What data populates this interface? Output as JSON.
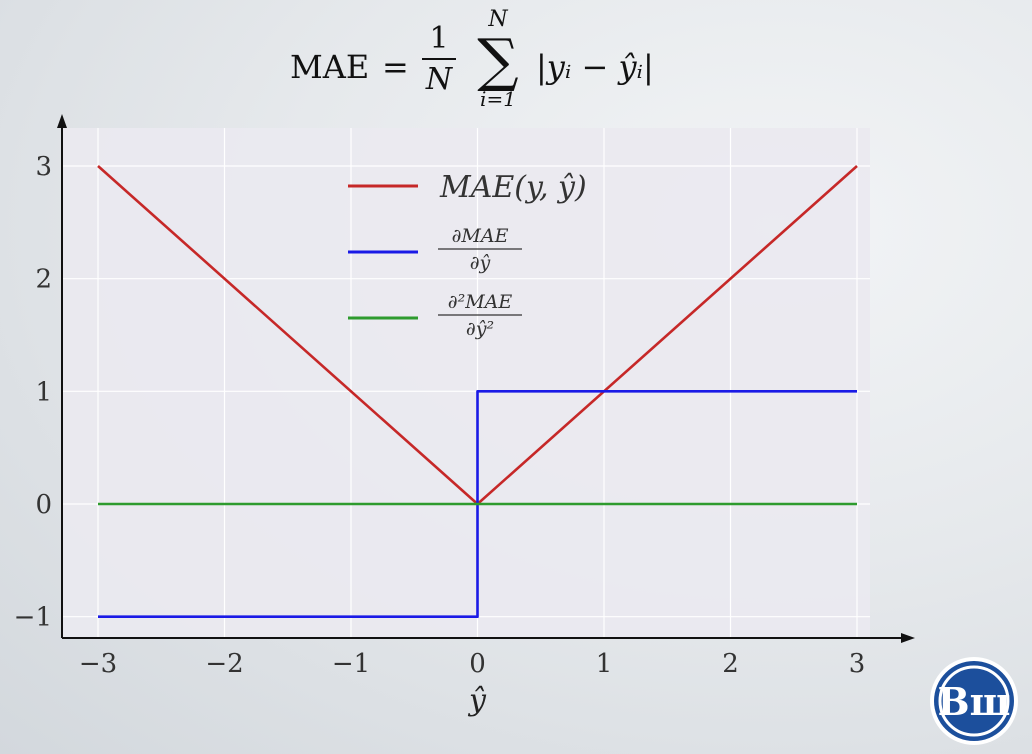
{
  "formula": {
    "lhs": "MAE",
    "eq": "=",
    "frac_num": "1",
    "frac_den": "N",
    "sum_upper": "N",
    "sum_lower": "i=1",
    "term": "|yᵢ − ŷᵢ|"
  },
  "logo": {
    "icon": "university-logo-icon",
    "text": "Вш"
  },
  "chart_data": {
    "type": "line",
    "xlabel": "ŷ",
    "ylabel": "",
    "xlim": [
      -3.2,
      3.2
    ],
    "ylim": [
      -1.15,
      3.2
    ],
    "xticks": [
      -3,
      -2,
      -1,
      0,
      1,
      2,
      3
    ],
    "xtick_labels": [
      "−3",
      "−2",
      "−1",
      "0",
      "1",
      "2",
      "3"
    ],
    "yticks": [
      -1,
      0,
      1,
      2,
      3
    ],
    "ytick_labels": [
      "−1",
      "0",
      "1",
      "2",
      "3"
    ],
    "grid": true,
    "legend_position": "top-center",
    "series": [
      {
        "name": "MAE(y, ŷ)",
        "color": "#c62828",
        "points": [
          [
            -3,
            3
          ],
          [
            0,
            0
          ],
          [
            3,
            3
          ]
        ]
      },
      {
        "name": "∂MAE / ∂ŷ",
        "color": "#1a1ae6",
        "points": [
          [
            -3,
            -1
          ],
          [
            0,
            -1
          ],
          [
            0,
            1
          ],
          [
            3,
            1
          ]
        ]
      },
      {
        "name": "∂²MAE / ∂ŷ²",
        "color": "#2e9b2e",
        "points": [
          [
            -3,
            0
          ],
          [
            3,
            0
          ]
        ]
      }
    ],
    "legend_labels": [
      {
        "text": "MAE(y, ŷ)"
      },
      {
        "num": "∂MAE",
        "den": "∂ŷ"
      },
      {
        "num": "∂²MAE",
        "den": "∂ŷ²"
      }
    ]
  }
}
